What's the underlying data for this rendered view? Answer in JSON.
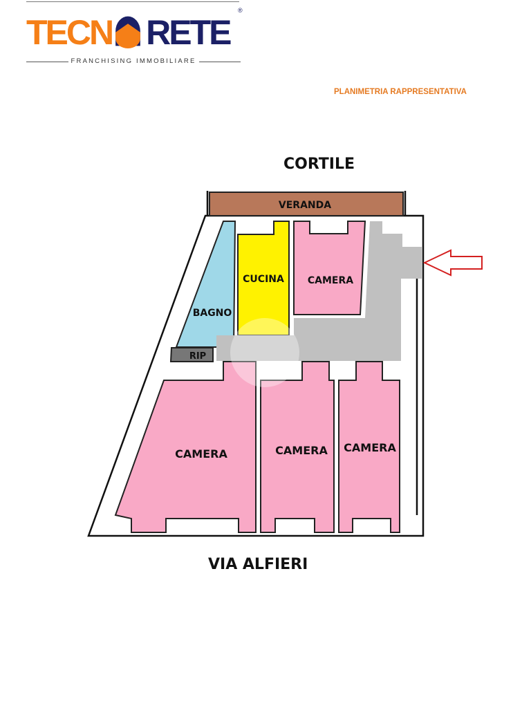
{
  "logo": {
    "part1": "TECN",
    "part2": "RETE",
    "registered": "®",
    "tagline": "FRANCHISING IMMOBILIARE",
    "colors": {
      "orange": "#f57f17",
      "navy": "#1b2066"
    }
  },
  "header": {
    "subtitle": "PLANIMETRIA RAPPRESENTATIVA"
  },
  "plan": {
    "north_label": "CORTILE",
    "south_label": "VIA ALFIERI",
    "rooms": {
      "veranda": "VERANDA",
      "cucina": "CUCINA",
      "camera_top": "CAMERA",
      "bagno": "BAGNO",
      "rip": "RIP",
      "camera_bl": "CAMERA",
      "camera_bm": "CAMERA",
      "camera_br": "CAMERA"
    },
    "colors": {
      "veranda": "#b8785a",
      "bagno": "#9fd8e8",
      "cucina": "#fff200",
      "camera": "#f9a9c6",
      "corridor": "#c0c0c0",
      "rip": "#777777",
      "arrow": "#d42020"
    }
  }
}
